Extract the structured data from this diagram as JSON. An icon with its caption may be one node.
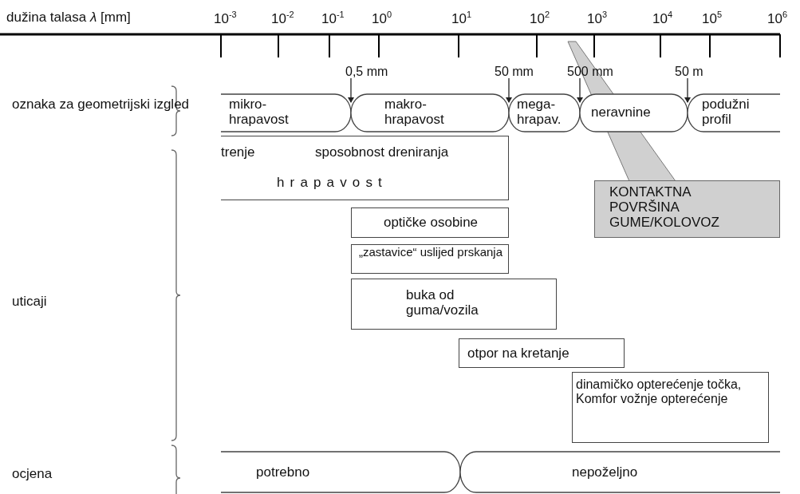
{
  "diagram": {
    "nodes": [
      {
        "text": [
          "mikro- hrapavost"
        ]
      },
      {
        "text": [
          "makro- hrapavost"
        ]
      },
      {
        "text": [
          "mega- hrapav."
        ]
      },
      {
        "text": [
          "neravnine"
        ]
      },
      {
        "text": [
          "podužni profil"
        ]
      },
      {
        "text": [
          "trenje",
          "sposobnost dreniranja",
          "hrapavost"
        ]
      },
      {
        "text": [
          "optičke osobine"
        ]
      },
      {
        "text": [
          "„zastavice“ uslijed prskanja"
        ]
      },
      {
        "text": [
          "buka od guma/vozila"
        ]
      },
      {
        "text": [
          "otpor na kretanje"
        ]
      },
      {
        "text": [
          "dinamičko opterećenje točka, Komfor vožnje opterećenje"
        ]
      },
      {
        "text": [
          "potrebno"
        ]
      },
      {
        "text": [
          "nepoželjno"
        ]
      },
      {
        "text": [
          "KONTAKTNA POVRŠINA GUME/KOLOVOZ"
        ]
      }
    ],
    "edges": [],
    "labels": [
      "dužina talasa *λ* [mm]",
      "10$^{-3}$",
      "10$^{-2}$",
      "10$^{-1}$",
      "10$^{0}$",
      "10$^{1}$",
      "10$^{2}$",
      "10$^{3}$",
      "10$^{4}$",
      "10$^{5}$",
      "10$^{6}$",
      "0,5 mm",
      "50 mm",
      "500 mm",
      "50 m",
      "oznaka za geometrijski izgled",
      "uticaji",
      "ocjena"
    ]
  }
}
